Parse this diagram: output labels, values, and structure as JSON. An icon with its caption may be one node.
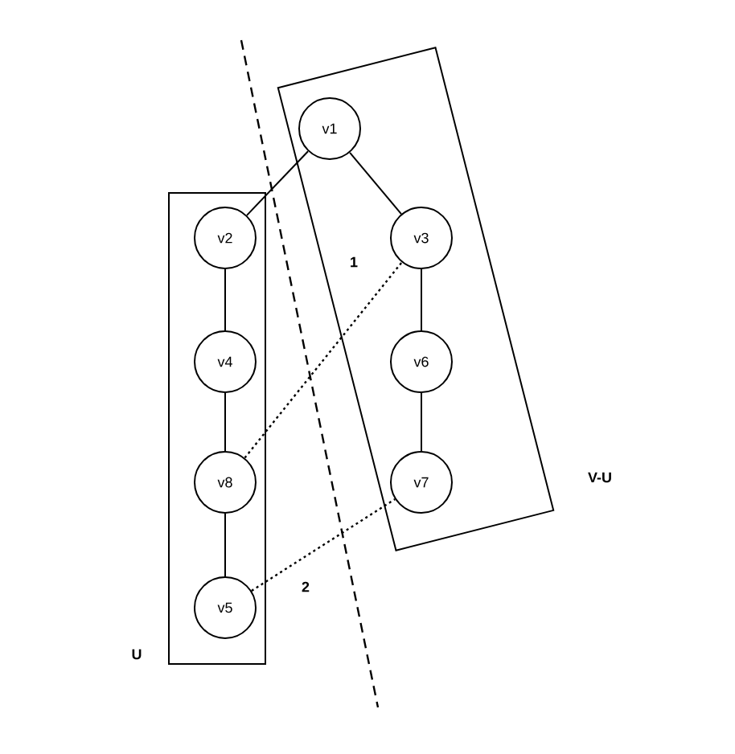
{
  "diagram": {
    "nodes": [
      {
        "text": [
          "V-U"
        ]
      },
      {
        "text": [
          "v1"
        ],
        "in": 0
      },
      {
        "text": [
          "v3"
        ],
        "in": 0
      },
      {
        "text": [
          "v6"
        ],
        "in": 0
      },
      {
        "text": [
          "v7"
        ],
        "in": 0
      },
      {
        "text": [
          "U"
        ]
      },
      {
        "text": [
          "v2"
        ],
        "in": 5
      },
      {
        "text": [
          "v4"
        ],
        "in": 5
      },
      {
        "text": [
          "v8"
        ],
        "in": 5
      },
      {
        "text": [
          "v5"
        ],
        "in": 5
      }
    ],
    "edges": [
      {
        "from": 1,
        "to": 6,
        "arrow": "none"
      },
      {
        "from": 1,
        "to": 2,
        "arrow": "none"
      },
      {
        "from": 6,
        "to": 7,
        "arrow": "none"
      },
      {
        "from": 7,
        "to": 8,
        "arrow": "none"
      },
      {
        "from": 8,
        "to": 9,
        "arrow": "none"
      },
      {
        "from": 2,
        "to": 3,
        "arrow": "none"
      },
      {
        "from": 3,
        "to": 4,
        "arrow": "none"
      },
      {
        "from": 8,
        "to": 2,
        "arrow": "none",
        "style": "dashed",
        "label": "1"
      },
      {
        "from": 9,
        "to": 4,
        "arrow": "none",
        "style": "dashed",
        "label": "2"
      }
    ]
  }
}
